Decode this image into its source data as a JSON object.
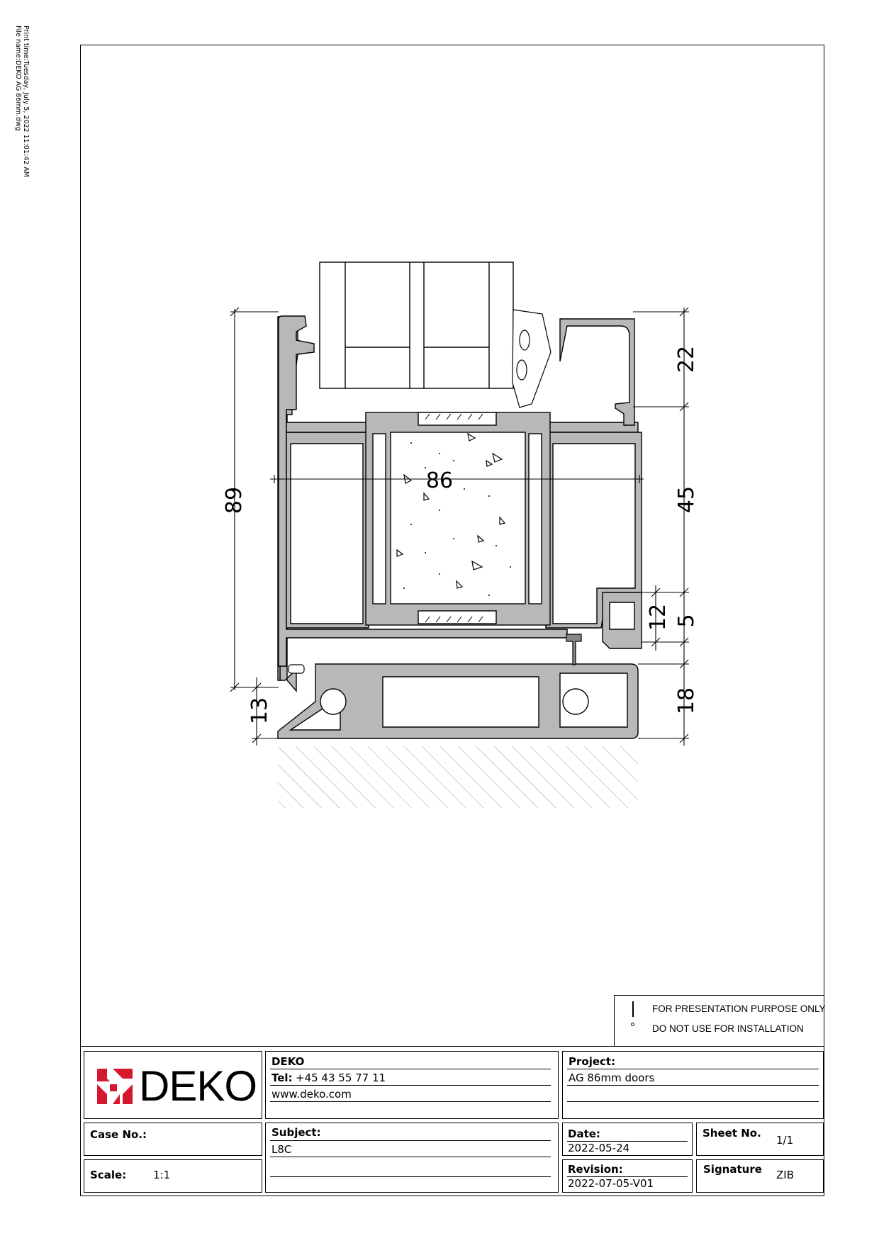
{
  "print_info": {
    "print_time": "Print time:Tuesday, July 5, 2022 11:01:42 AM",
    "file_name": "File name:DEKO AG 86mm.dwg"
  },
  "dimensions": {
    "overall_width": "86",
    "overall_height": "89",
    "sill_left": "13",
    "top_right": "22",
    "middle_right": "45",
    "step_a": "12",
    "step_b": "5",
    "bottom_right": "18"
  },
  "note": {
    "line1": "FOR PRESENTATION PURPOSE ONLY",
    "line2": "DO NOT USE FOR INSTALLATION"
  },
  "title_block": {
    "logo_text": "DEKO",
    "company": {
      "name": "DEKO",
      "tel_label": "Tel:",
      "tel_value": "+45 43 55 77 11",
      "web": "www.deko.com"
    },
    "project": {
      "label": "Project:",
      "value": "AG 86mm doors"
    },
    "case_no": {
      "label": "Case No.:",
      "value": ""
    },
    "subject": {
      "label": "Subject:",
      "value": "L8C"
    },
    "date": {
      "label": "Date:",
      "value": "2022-05-24"
    },
    "sheet_no": {
      "label": "Sheet No.",
      "value": "1/1"
    },
    "scale": {
      "label": "Scale:",
      "value": "1:1"
    },
    "revision": {
      "label": "Revision:",
      "value": "2022-07-05-V01"
    },
    "signature": {
      "label": "Signature",
      "value": "ZIB"
    }
  },
  "colors": {
    "profile_fill": "#b8b8b8",
    "line": "#000000",
    "hatch": "#9a9a9a",
    "logo_red": "#d6182f"
  }
}
